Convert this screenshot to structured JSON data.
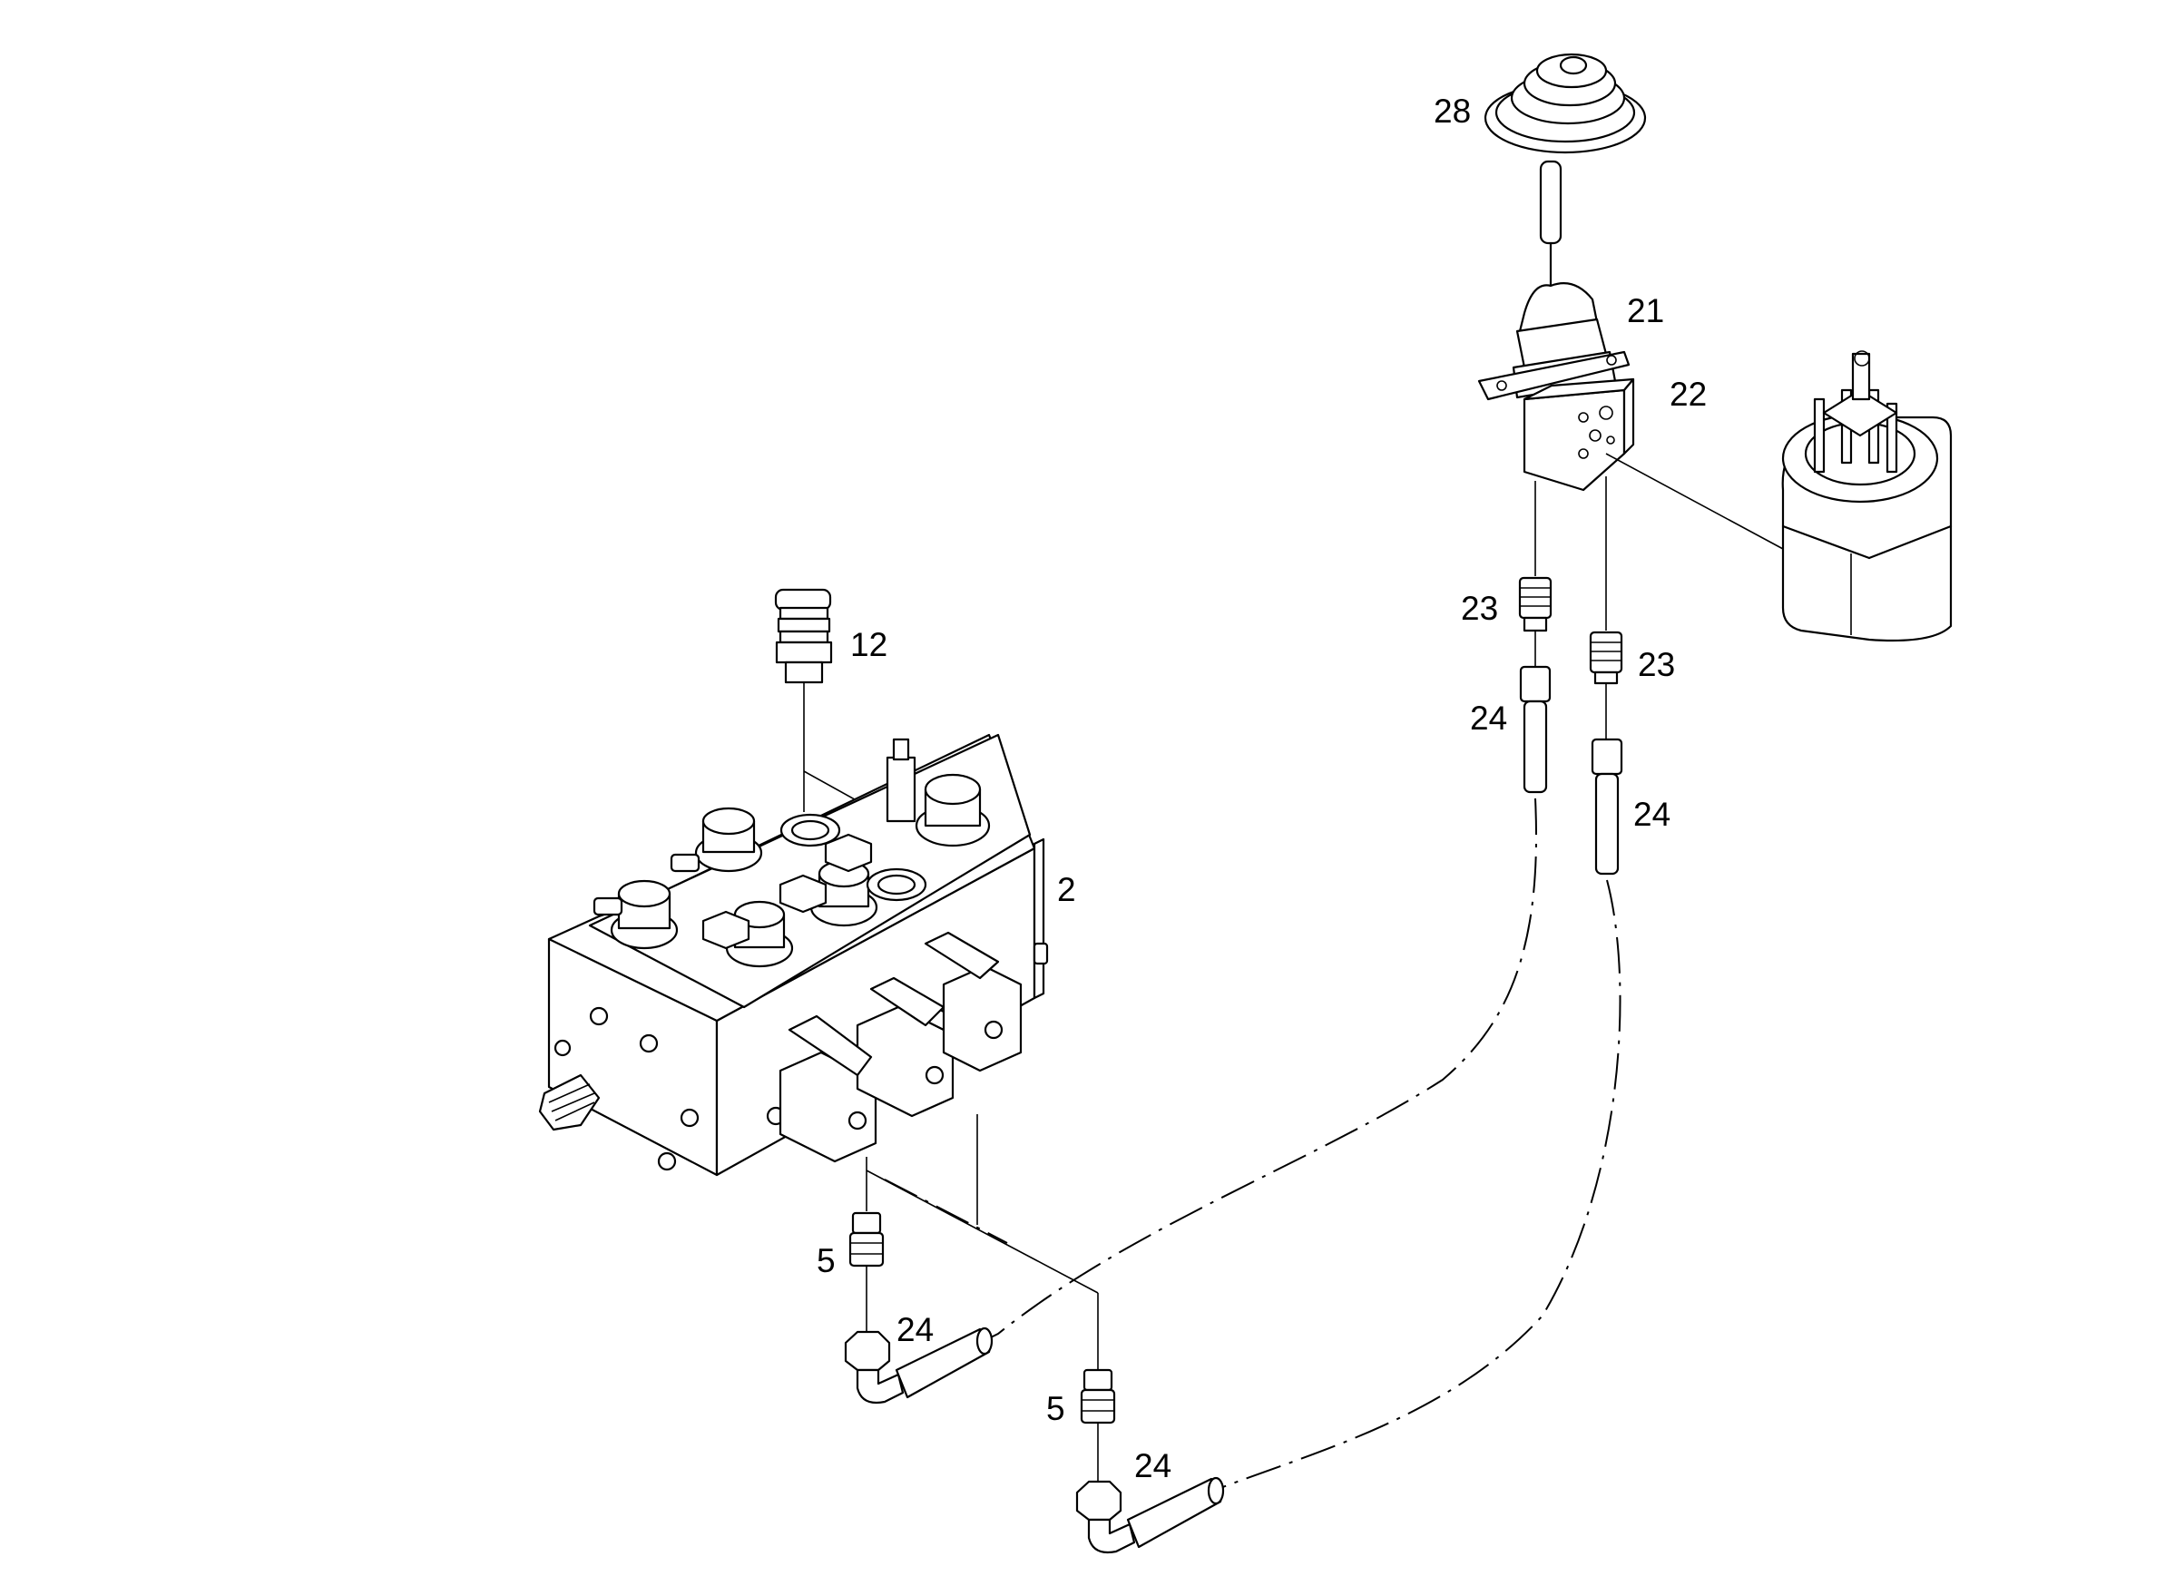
{
  "labels": {
    "item_28": "28",
    "item_21": "21",
    "item_22": "22",
    "item_23_left": "23",
    "item_23_right": "23",
    "item_24_upper_left": "24",
    "item_24_upper_right": "24",
    "item_12": "12",
    "item_2": "2",
    "item_5_upper": "5",
    "item_24_lower_upper": "24",
    "item_5_lower": "5",
    "item_24_lower": "24"
  }
}
